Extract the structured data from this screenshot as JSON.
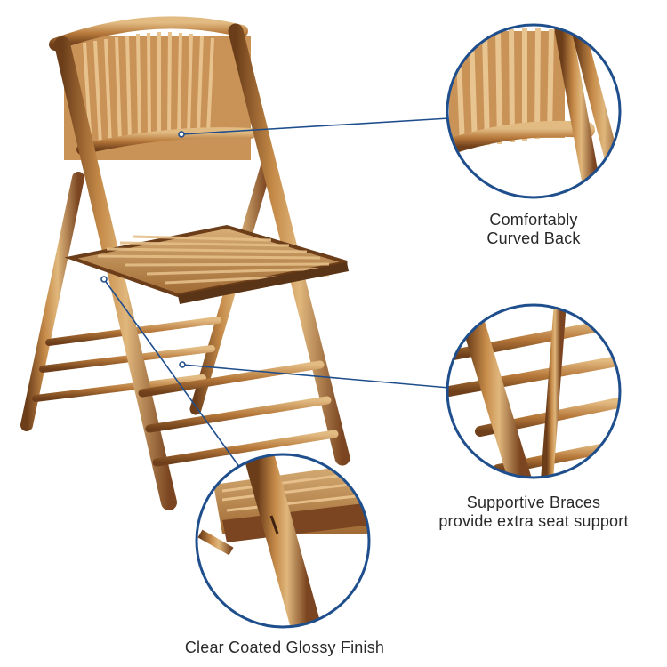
{
  "callouts": {
    "back": {
      "line1": "Comfortably",
      "line2": "Curved Back"
    },
    "braces": {
      "line1": "Supportive Braces",
      "line2": "provide extra seat support"
    },
    "finish": {
      "line1": "Clear Coated Glossy Finish"
    }
  },
  "colors": {
    "callout_ring": "#1f4e8c",
    "bamboo_light": "#d9b27a",
    "bamboo_mid": "#b57a3c",
    "bamboo_dark": "#5a3416",
    "text": "#2a2a2a"
  }
}
